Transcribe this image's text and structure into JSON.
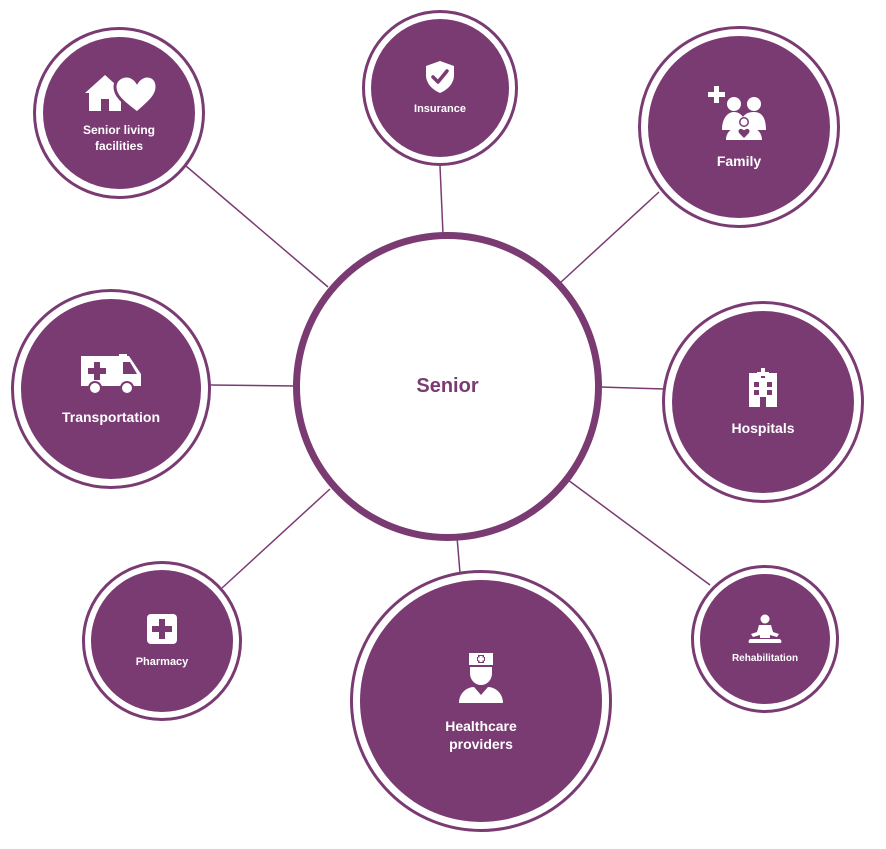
{
  "colors": {
    "primary": "#7a3b73",
    "line": "#7a3b73",
    "background": "#ffffff"
  },
  "center": {
    "label": "Senior"
  },
  "nodes": [
    {
      "id": "senior-living",
      "label": "Senior living facilities",
      "icon": "house-heart-icon"
    },
    {
      "id": "insurance",
      "label": "Insurance",
      "icon": "shield-check-icon"
    },
    {
      "id": "family",
      "label": "Family",
      "icon": "family-icon"
    },
    {
      "id": "transportation",
      "label": "Transportation",
      "icon": "ambulance-icon"
    },
    {
      "id": "hospitals",
      "label": "Hospitals",
      "icon": "hospital-building-icon"
    },
    {
      "id": "pharmacy",
      "label": "Pharmacy",
      "icon": "medical-cross-icon"
    },
    {
      "id": "healthcare",
      "label": "Healthcare providers",
      "icon": "doctor-icon"
    },
    {
      "id": "rehabilitation",
      "label": "Rehabilitation",
      "icon": "meditation-person-icon"
    }
  ]
}
